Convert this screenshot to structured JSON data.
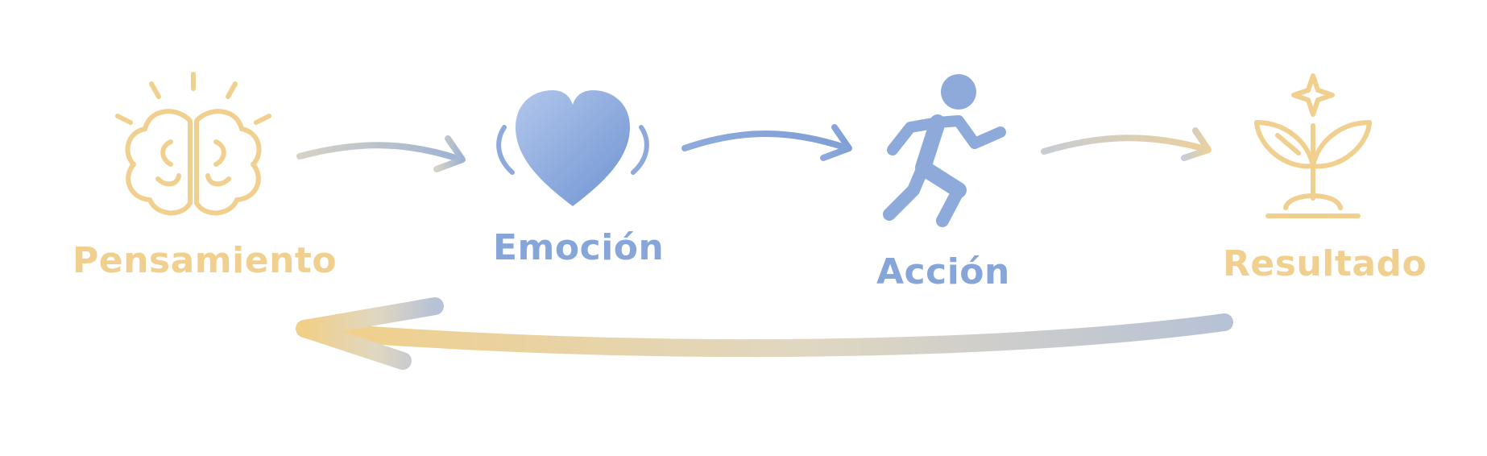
{
  "diagram": {
    "steps": [
      {
        "id": "pensamiento",
        "label": "Pensamiento",
        "icon": "brain-icon",
        "color": "#f1d08f"
      },
      {
        "id": "emocion",
        "label": "Emoción",
        "icon": "heart-icon",
        "color": "#86a6da"
      },
      {
        "id": "accion",
        "label": "Acción",
        "icon": "running-person-icon",
        "color": "#86a6da"
      },
      {
        "id": "resultado",
        "label": "Resultado",
        "icon": "sprout-icon",
        "color": "#f1d08f"
      }
    ],
    "arrows": [
      {
        "from": "pensamiento",
        "to": "emocion"
      },
      {
        "from": "emocion",
        "to": "accion"
      },
      {
        "from": "accion",
        "to": "resultado"
      },
      {
        "from": "resultado",
        "to": "pensamiento"
      }
    ],
    "colors": {
      "warm": "#f1d08f",
      "cool": "#86a6da",
      "arrow_mid": "#c9c9c2"
    }
  }
}
